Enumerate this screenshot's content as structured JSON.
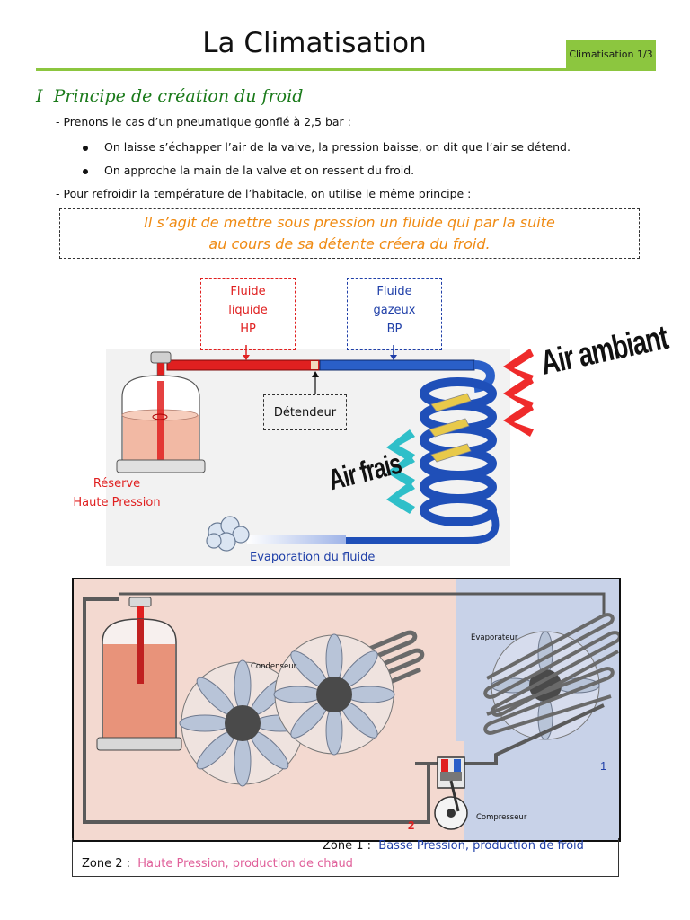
{
  "page": {
    "title": "La Climatisation",
    "badge": "Climatisation 1/3"
  },
  "section": {
    "number": "I",
    "heading": "Principe de création du froid"
  },
  "body": {
    "line1": "- Prenons le cas d’un pneumatique gonflé à 2,5 bar :",
    "bullet1": "On laisse s’échapper l’air de la valve, la pression baisse, on dit que l’air se détend.",
    "bullet2": "On approche la main de la valve et on ressent du froid.",
    "line2": "- Pour refroidir la température de l’habitacle, on utilise le même principe :",
    "quote_line1": "Il s’agit de mettre sous pression un fluide qui par la suite",
    "quote_line2": "au cours de sa détente créera du froid."
  },
  "figure1": {
    "liquid_label": [
      "Fluide",
      "liquide",
      "HP"
    ],
    "gas_label": [
      "Fluide",
      "gazeux",
      "BP"
    ],
    "expander_label": "Détendeur",
    "reserve_label": [
      "Réserve",
      "Haute Pression"
    ],
    "evaporation_label": "Evaporation du fluide",
    "ambient_air_label": "Air ambiant",
    "fresh_air_label": "Air frais"
  },
  "figure2": {
    "condenser_label": "Condenseur",
    "evaporator_label": "Evaporateur",
    "compressor_label": "Compresseur",
    "zone1_marker": "1",
    "zone2_marker": "2",
    "zone1_prefix": "Zone 1 :",
    "zone1_text": "Basse Pression, production de froid",
    "zone2_prefix": "Zone 2 :",
    "zone2_text": "Haute Pression, production de chaud"
  },
  "colors": {
    "accent_green": "#8cc63f",
    "heading_green": "#1a7a1a",
    "orange": "#ef8a12",
    "high_pressure_red": "#e02020",
    "low_pressure_blue": "#1f3fa8",
    "pink": "#e0609a",
    "zone1_blue_bg": "#c8d2e8",
    "zone2_pink_bg": "#f3d9d0"
  }
}
